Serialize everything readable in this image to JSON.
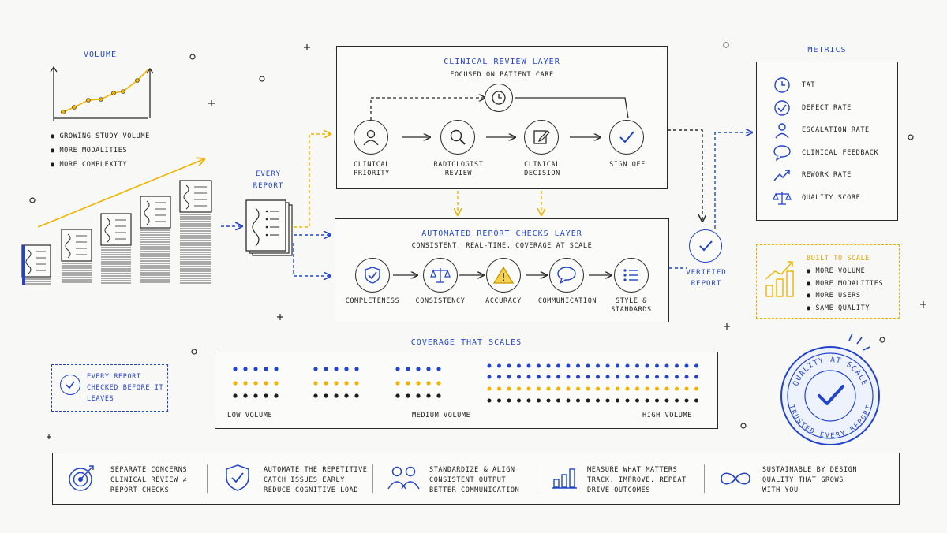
{
  "volume": {
    "title": "VOLUME",
    "bullets": [
      "GROWING STUDY VOLUME",
      "MORE MODALITIES",
      "MORE COMPLEXITY"
    ]
  },
  "every_report": "EVERY REPORT",
  "clinical_layer": {
    "title": "CLINICAL REVIEW LAYER",
    "subtitle": "FOCUSED ON PATIENT CARE",
    "steps": [
      "CLINICAL PRIORITY",
      "RADIOLOGIST REVIEW",
      "CLINICAL DECISION",
      "SIGN OFF"
    ]
  },
  "automated_layer": {
    "title": "AUTOMATED REPORT CHECKS LAYER",
    "subtitle": "CONSISTENT, REAL-TIME, COVERAGE AT SCALE",
    "steps": [
      "COMPLETENESS",
      "CONSISTENCY",
      "ACCURACY",
      "COMMUNICATION",
      "STYLE & STANDARDS"
    ]
  },
  "verified": "VERIFIED REPORT",
  "metrics": {
    "title": "METRICS",
    "items": [
      {
        "label": "TAT",
        "icon": "clock-icon"
      },
      {
        "label": "DEFECT RATE",
        "icon": "check-circle-icon"
      },
      {
        "label": "ESCALATION RATE",
        "icon": "person-icon"
      },
      {
        "label": "CLINICAL FEEDBACK",
        "icon": "speech-bubble-icon"
      },
      {
        "label": "REWORK RATE",
        "icon": "trend-arrow-icon"
      },
      {
        "label": "QUALITY SCORE",
        "icon": "scale-icon"
      }
    ]
  },
  "built_to_scale": {
    "title": "BUILT TO SCALE",
    "items": [
      "MORE VOLUME",
      "MORE MODALITIES",
      "MORE USERS",
      "SAME QUALITY"
    ]
  },
  "coverage": {
    "title": "COVERAGE THAT SCALES",
    "low": "LOW VOLUME",
    "medium": "MEDIUM VOLUME",
    "high": "HIGH VOLUME"
  },
  "every_report_checked": "EVERY REPORT CHECKED BEFORE IT LEAVES",
  "stamp": {
    "top": "QUALITY AT SCALE",
    "bottom": "TRUSTED EVERY REPORT"
  },
  "principles": [
    {
      "icon": "target-icon",
      "lines": [
        "SEPARATE CONCERNS",
        "CLINICAL REVIEW ≠",
        "REPORT CHECKS"
      ]
    },
    {
      "icon": "shield-check-icon",
      "lines": [
        "AUTOMATE THE REPETITIVE",
        "CATCH ISSUES EARLY",
        "REDUCE COGNITIVE LOAD"
      ]
    },
    {
      "icon": "people-icon",
      "lines": [
        "STANDARDIZE & ALIGN",
        "CONSISTENT OUTPUT",
        "BETTER COMMUNICATION"
      ]
    },
    {
      "icon": "bar-chart-icon",
      "lines": [
        "MEASURE WHAT MATTERS",
        "TRACK. IMPROVE. REPEAT",
        "DRIVE OUTCOMES"
      ]
    },
    {
      "icon": "infinity-icon",
      "lines": [
        "SUSTAINABLE BY DESIGN",
        "QUALITY THAT GROWS",
        "WITH YOU"
      ]
    }
  ],
  "colors": {
    "accent": "#2244cc",
    "highlight": "#f0b400",
    "ink": "#1d1d1d"
  }
}
